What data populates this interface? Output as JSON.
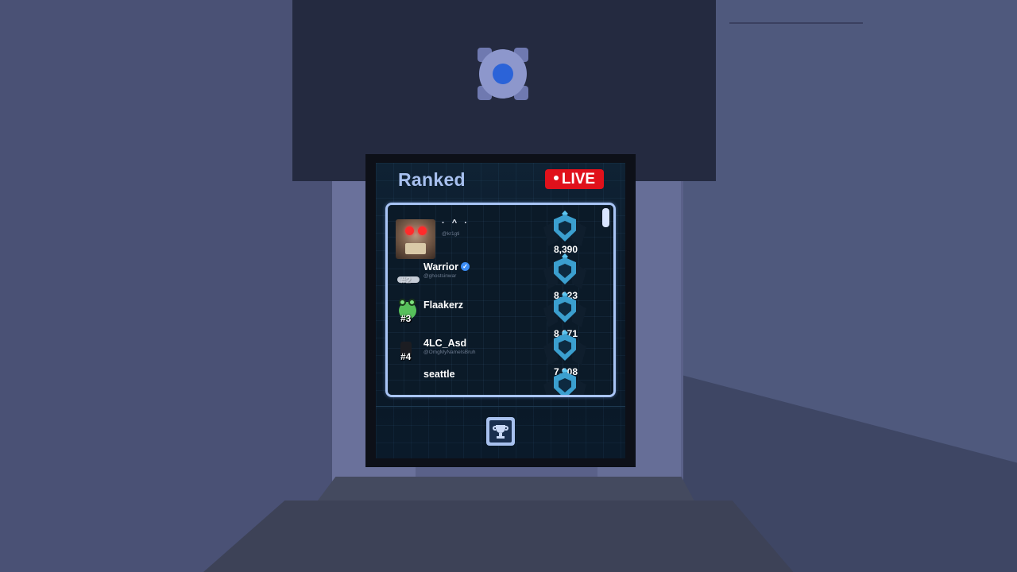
{
  "leaderboard": {
    "title": "Ranked",
    "live_label": "LIVE",
    "entries": [
      {
        "rank": "",
        "name": "· ^ ·",
        "handle": "@kr1gti",
        "score": "8,390",
        "verified": false,
        "avatar": "skull-avatar-icon"
      },
      {
        "rank": "#2",
        "name": "Warrior",
        "handle": "@ghostsinwar",
        "score": "8,123",
        "verified": true,
        "avatar": "blurred-avatar-icon"
      },
      {
        "rank": "#3",
        "name": "Flaakerz",
        "handle": "",
        "score": "8,071",
        "verified": false,
        "avatar": "frog-avatar-icon"
      },
      {
        "rank": "#4",
        "name": "4LC_Asd",
        "handle": "@OmgMyNameIsBruh",
        "score": "7,908",
        "verified": false,
        "avatar": "dark-avatar-icon"
      },
      {
        "rank": "",
        "name": "seattle",
        "handle": "",
        "score": "",
        "verified": false,
        "avatar": ""
      }
    ],
    "rank_emblem_icon": "winged-shield-icon",
    "footer_button_icon": "trophy-icon"
  },
  "colors": {
    "accent": "#a8c4f5",
    "live_red": "#e0111b",
    "board_bg": "#0b1a28",
    "wall": "#4c5578"
  }
}
